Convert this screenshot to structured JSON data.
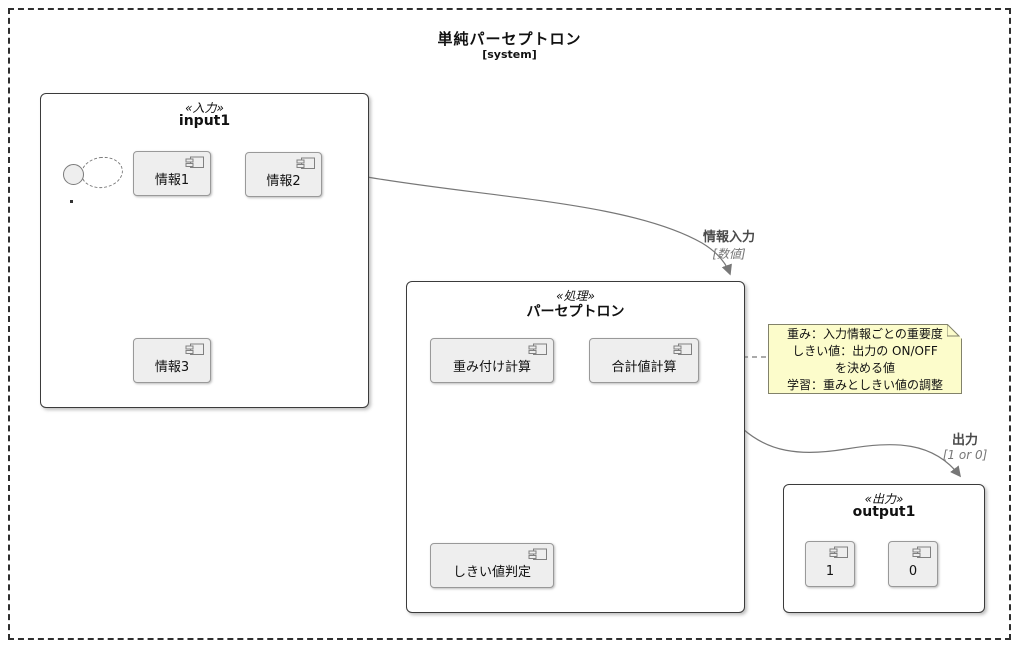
{
  "title": {
    "text": "単純パーセプトロン",
    "subtitle": "[system]"
  },
  "groups": {
    "input": {
      "stereotype": "«入力»",
      "name": "input1",
      "components": [
        "情報1",
        "情報2",
        "情報3"
      ]
    },
    "process": {
      "stereotype": "«処理»",
      "name": "パーセプトロン",
      "components": [
        "重み付け計算",
        "合計値計算",
        "しきい値判定"
      ]
    },
    "output": {
      "stereotype": "«出力»",
      "name": "output1",
      "components": [
        "1",
        "0"
      ]
    }
  },
  "edges": {
    "input_to_process": {
      "label": "情報入力",
      "qualifier": "[数値]"
    },
    "process_to_output": {
      "label": "出力",
      "qualifier": "[1 or 0]"
    }
  },
  "note": {
    "line1": "重み：入力情報ごとの重要度",
    "line2": "しきい値：出力の ON/OFF",
    "line3": "を決める値",
    "line4": "学習：重みとしきい値の調整"
  },
  "colors": {
    "component_fill": "#eeeeee",
    "component_border": "#999999",
    "group_border": "#3b3b3b",
    "arrow": "#777777",
    "edge_label": "#4a4a4a",
    "edge_qualifier": "#777777",
    "note_bg": "#fcfccb",
    "note_border": "#82826a",
    "outer_border": "#2f2f2f",
    "text": "#111111"
  }
}
